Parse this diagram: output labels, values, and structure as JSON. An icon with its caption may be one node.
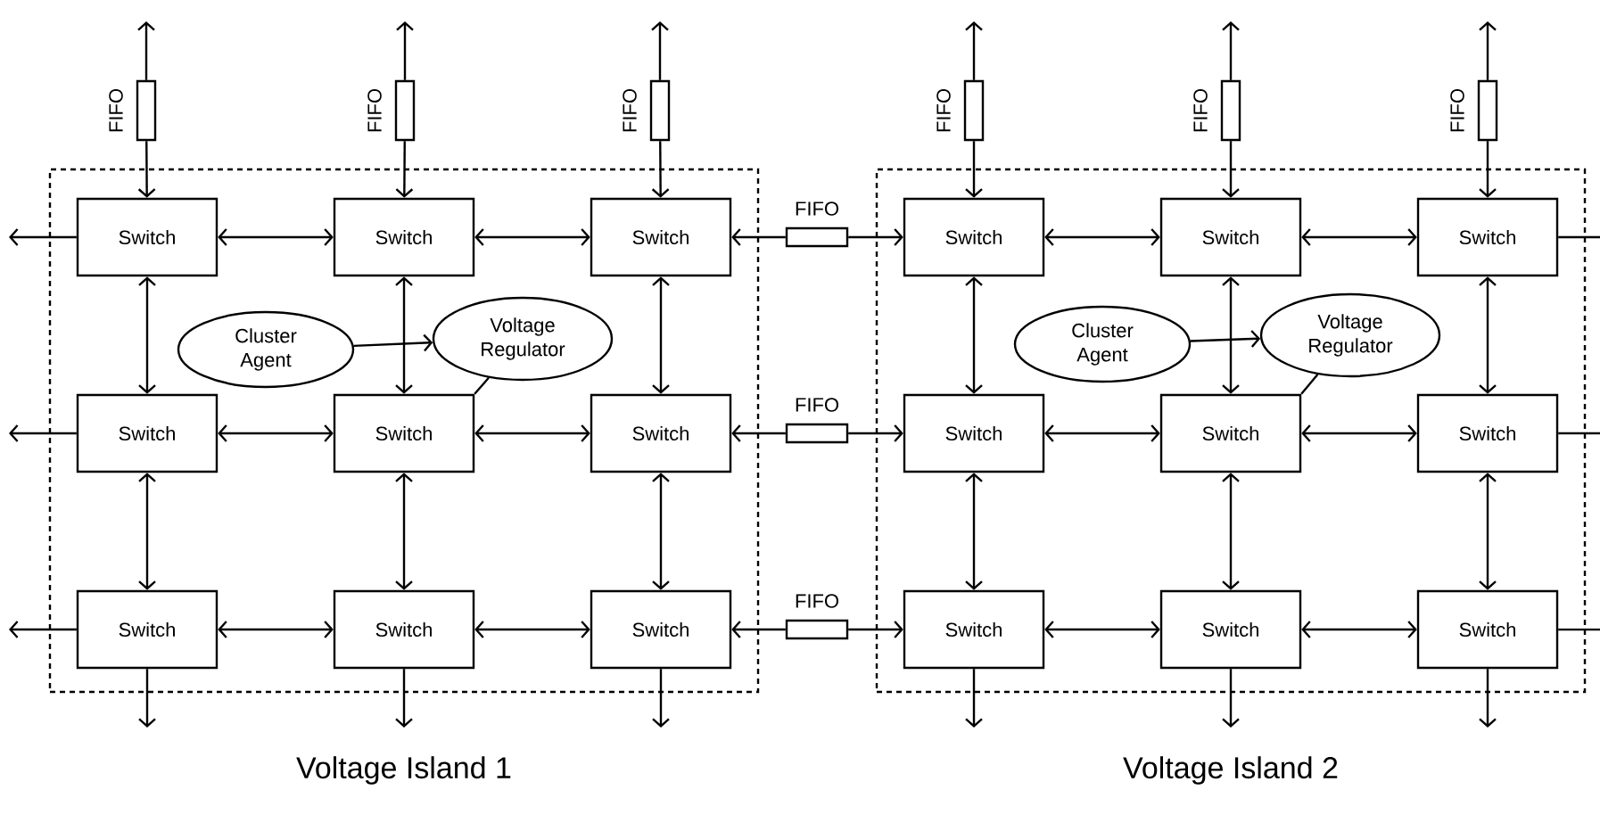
{
  "diagram": {
    "nodes": [
      {
        "text": [
          "FIFO"
        ]
      },
      {
        "text": [
          "FIFO"
        ]
      },
      {
        "text": [
          "FIFO"
        ]
      },
      {
        "text": [
          "FIFO"
        ]
      },
      {
        "text": [
          "FIFO"
        ]
      },
      {
        "text": [
          "FIFO"
        ]
      },
      {
        "text": [
          "Voltage Island 1"
        ]
      },
      {
        "text": [
          "Voltage Island 2"
        ]
      },
      {
        "text": [
          "Switch"
        ],
        "in": 6
      },
      {
        "text": [
          "Switch"
        ],
        "in": 6
      },
      {
        "text": [
          "Switch"
        ],
        "in": 6
      },
      {
        "text": [
          "Switch"
        ],
        "in": 6
      },
      {
        "text": [
          "Switch"
        ],
        "in": 6
      },
      {
        "text": [
          "Switch"
        ],
        "in": 6
      },
      {
        "text": [
          "Switch"
        ],
        "in": 6
      },
      {
        "text": [
          "Switch"
        ],
        "in": 6
      },
      {
        "text": [
          "Switch"
        ],
        "in": 6
      },
      {
        "text": [
          "Cluster Agent"
        ],
        "in": 6
      },
      {
        "text": [
          "Voltage Regulator"
        ],
        "in": 6
      },
      {
        "text": [
          "Switch"
        ],
        "in": 7
      },
      {
        "text": [
          "Switch"
        ],
        "in": 7
      },
      {
        "text": [
          "Switch"
        ],
        "in": 7
      },
      {
        "text": [
          "Switch"
        ],
        "in": 7
      },
      {
        "text": [
          "Switch"
        ],
        "in": 7
      },
      {
        "text": [
          "Switch"
        ],
        "in": 7
      },
      {
        "text": [
          "Switch"
        ],
        "in": 7
      },
      {
        "text": [
          "Switch"
        ],
        "in": 7
      },
      {
        "text": [
          "Switch"
        ],
        "in": 7
      },
      {
        "text": [
          "Cluster Agent"
        ],
        "in": 7
      },
      {
        "text": [
          "Voltage Regulator"
        ],
        "in": 7
      },
      {
        "text": [
          "FIFO"
        ]
      },
      {
        "text": [
          "FIFO"
        ]
      },
      {
        "text": [
          "FIFO"
        ]
      }
    ],
    "edges": [
      {
        "from": 0,
        "to": null,
        "arrow": "to"
      },
      {
        "from": 0,
        "to": 8,
        "arrow": "to"
      },
      {
        "from": 1,
        "to": null,
        "arrow": "to"
      },
      {
        "from": 1,
        "to": 9,
        "arrow": "to"
      },
      {
        "from": 2,
        "to": null,
        "arrow": "to"
      },
      {
        "from": 2,
        "to": 10,
        "arrow": "to"
      },
      {
        "from": 3,
        "to": null,
        "arrow": "to"
      },
      {
        "from": 3,
        "to": 19,
        "arrow": "to"
      },
      {
        "from": 4,
        "to": null,
        "arrow": "to"
      },
      {
        "from": 4,
        "to": 20,
        "arrow": "to"
      },
      {
        "from": 5,
        "to": null,
        "arrow": "to"
      },
      {
        "from": 5,
        "to": 21,
        "arrow": "to"
      },
      {
        "from": 8,
        "to": 9,
        "arrow": "both"
      },
      {
        "from": 9,
        "to": 10,
        "arrow": "both"
      },
      {
        "from": 11,
        "to": 12,
        "arrow": "both"
      },
      {
        "from": 12,
        "to": 13,
        "arrow": "both"
      },
      {
        "from": 14,
        "to": 15,
        "arrow": "both"
      },
      {
        "from": 15,
        "to": 16,
        "arrow": "both"
      },
      {
        "from": 8,
        "to": 11,
        "arrow": "both"
      },
      {
        "from": 9,
        "to": 12,
        "arrow": "both"
      },
      {
        "from": 10,
        "to": 13,
        "arrow": "both"
      },
      {
        "from": 11,
        "to": 14,
        "arrow": "both"
      },
      {
        "from": 12,
        "to": 15,
        "arrow": "both"
      },
      {
        "from": 13,
        "to": 16,
        "arrow": "both"
      },
      {
        "from": 17,
        "to": 18,
        "arrow": "to"
      },
      {
        "from": 18,
        "to": 12,
        "arrow": "none"
      },
      {
        "from": 19,
        "to": 20,
        "arrow": "both"
      },
      {
        "from": 20,
        "to": 21,
        "arrow": "both"
      },
      {
        "from": 22,
        "to": 23,
        "arrow": "both"
      },
      {
        "from": 23,
        "to": 24,
        "arrow": "both"
      },
      {
        "from": 25,
        "to": 26,
        "arrow": "both"
      },
      {
        "from": 26,
        "to": 27,
        "arrow": "both"
      },
      {
        "from": 19,
        "to": 22,
        "arrow": "both"
      },
      {
        "from": 20,
        "to": 23,
        "arrow": "both"
      },
      {
        "from": 21,
        "to": 24,
        "arrow": "both"
      },
      {
        "from": 22,
        "to": 25,
        "arrow": "both"
      },
      {
        "from": 23,
        "to": 26,
        "arrow": "both"
      },
      {
        "from": 24,
        "to": 27,
        "arrow": "both"
      },
      {
        "from": 28,
        "to": 29,
        "arrow": "to"
      },
      {
        "from": 29,
        "to": 23,
        "arrow": "none"
      },
      {
        "from": 8,
        "to": null,
        "arrow": "to"
      },
      {
        "from": 11,
        "to": null,
        "arrow": "to"
      },
      {
        "from": 14,
        "to": null,
        "arrow": "to"
      },
      {
        "from": 14,
        "to": null,
        "arrow": "to"
      },
      {
        "from": 15,
        "to": null,
        "arrow": "to"
      },
      {
        "from": 16,
        "to": null,
        "arrow": "to"
      },
      {
        "from": 25,
        "to": null,
        "arrow": "to"
      },
      {
        "from": 26,
        "to": null,
        "arrow": "to"
      },
      {
        "from": 27,
        "to": null,
        "arrow": "to"
      },
      {
        "from": 21,
        "to": null,
        "arrow": "none"
      },
      {
        "from": 24,
        "to": null,
        "arrow": "none"
      },
      {
        "from": 27,
        "to": null,
        "arrow": "none"
      },
      {
        "from": 30,
        "to": 10,
        "arrow": "to"
      },
      {
        "from": 30,
        "to": 19,
        "arrow": "to"
      },
      {
        "from": 31,
        "to": 13,
        "arrow": "to"
      },
      {
        "from": 31,
        "to": 22,
        "arrow": "to"
      },
      {
        "from": 32,
        "to": 16,
        "arrow": "to"
      },
      {
        "from": 32,
        "to": 25,
        "arrow": "to"
      }
    ]
  }
}
